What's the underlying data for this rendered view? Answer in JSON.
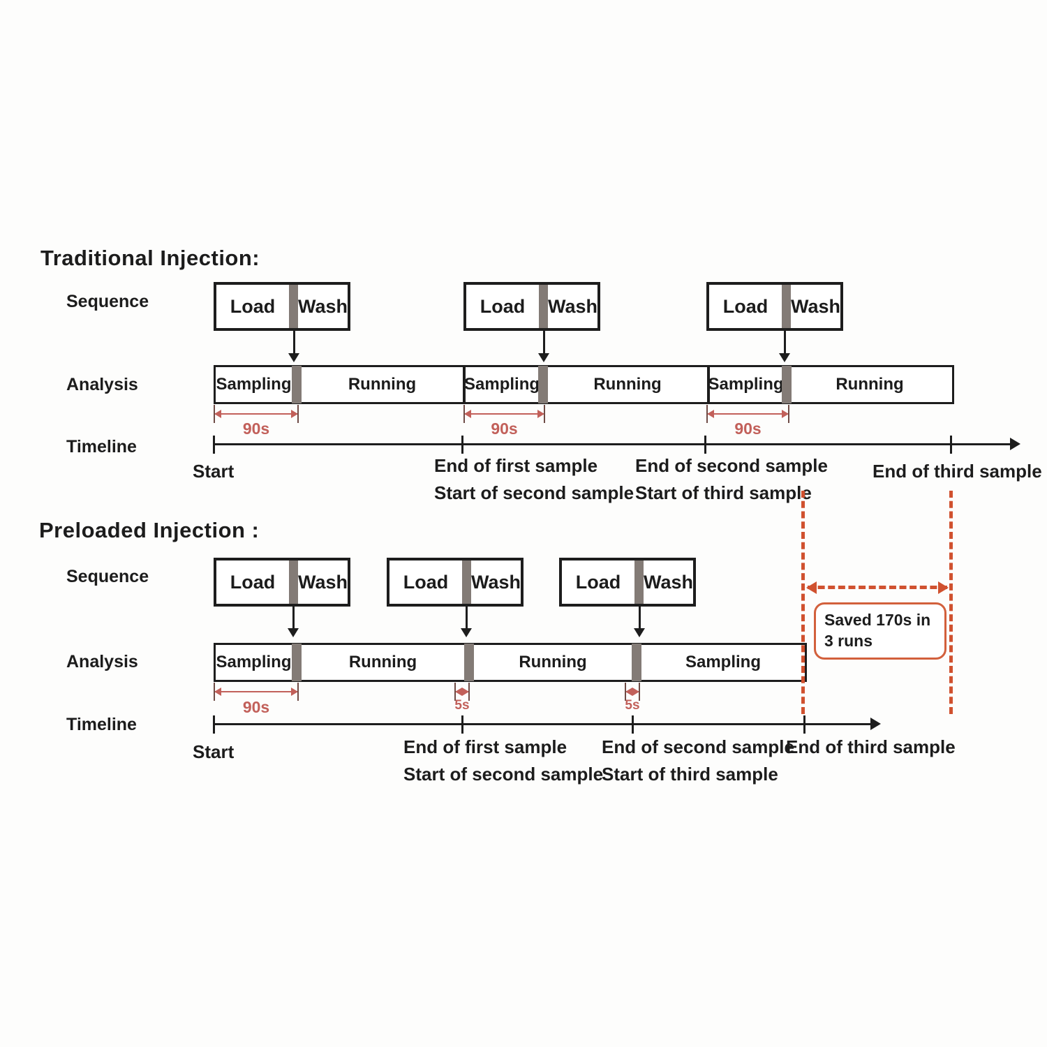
{
  "traditional": {
    "title": "Traditional Injection:",
    "rows": {
      "sequence": "Sequence",
      "analysis": "Analysis",
      "timeline": "Timeline"
    },
    "sequence_boxes": [
      {
        "load": "Load",
        "wash": "Wash"
      },
      {
        "load": "Load",
        "wash": "Wash"
      },
      {
        "load": "Load",
        "wash": "Wash"
      }
    ],
    "analysis_segments": [
      "Sampling",
      "Running",
      "Sampling",
      "Running",
      "Sampling",
      "Running"
    ],
    "duration_labels": [
      "90s",
      "90s",
      "90s"
    ],
    "timeline_labels": [
      {
        "line1": "Start",
        "line2": ""
      },
      {
        "line1": "End of first sample",
        "line2": "Start of second sample"
      },
      {
        "line1": "End of second sample",
        "line2": "Start of third sample"
      },
      {
        "line1": "End of third sample",
        "line2": ""
      }
    ]
  },
  "preloaded": {
    "title": "Preloaded Injection :",
    "rows": {
      "sequence": "Sequence",
      "analysis": "Analysis",
      "timeline": "Timeline"
    },
    "sequence_boxes": [
      {
        "load": "Load",
        "wash": "Wash"
      },
      {
        "load": "Load",
        "wash": "Wash"
      },
      {
        "load": "Load",
        "wash": "Wash"
      }
    ],
    "analysis_segments": [
      "Sampling",
      "Running",
      "Running",
      "Sampling"
    ],
    "duration_labels": [
      "90s",
      "5s",
      "5s"
    ],
    "timeline_labels": [
      {
        "line1": "Start",
        "line2": ""
      },
      {
        "line1": "End of first sample",
        "line2": "Start of second sample"
      },
      {
        "line1": "End of second sample",
        "line2": "Start of third sample"
      },
      {
        "line1": "End of third sample",
        "line2": ""
      }
    ]
  },
  "callout": {
    "text": "Saved 170s in 3 runs"
  },
  "colors": {
    "line_black": "#1d1d1d",
    "divider_gray": "#837b76",
    "measure_red": "#c2605a",
    "dashed_orange": "#d0512f"
  }
}
